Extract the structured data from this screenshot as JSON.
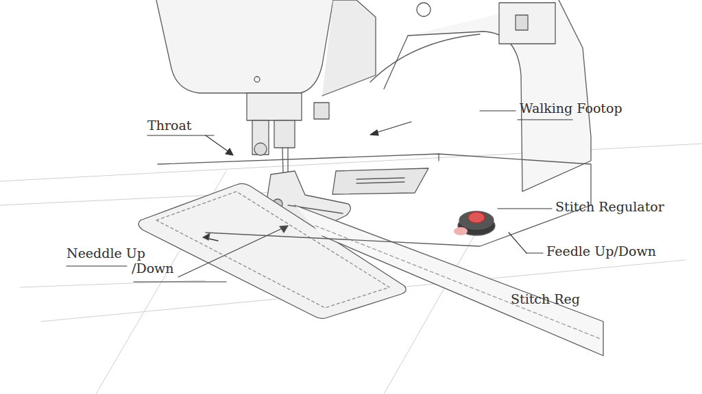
{
  "diagram": {
    "labels": [
      "Throat",
      "Walking Footop",
      "Stitch Regulator",
      "Feedle Up/Down",
      "Needdle Up /Down",
      "Stitch Reg"
    ]
  }
}
